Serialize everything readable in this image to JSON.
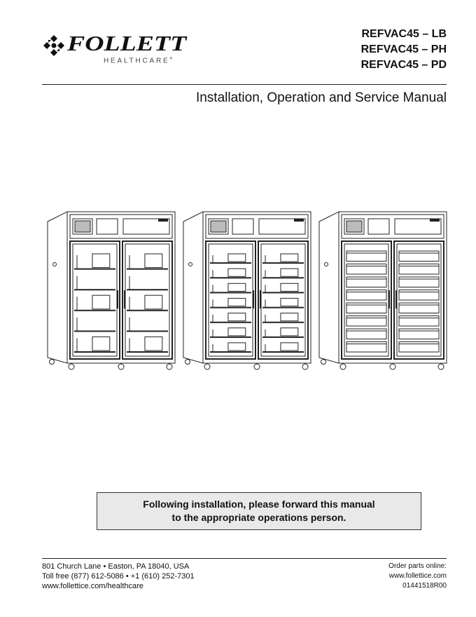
{
  "brand": {
    "name": "FOLLETT",
    "subname": "HEALTHCARE",
    "registered_mark": "®"
  },
  "models": [
    "REFVAC45 – LB",
    "REFVAC45 – PH",
    "REFVAC45 – PD"
  ],
  "manual_title": "Installation, Operation and Service Manual",
  "illustration": {
    "units": [
      {
        "variant": "LB",
        "shelf_style": "wire-shelves"
      },
      {
        "variant": "PH",
        "shelf_style": "pull-out-baskets"
      },
      {
        "variant": "PD",
        "shelf_style": "drawers"
      }
    ],
    "colors": {
      "line": "#222222",
      "fill": "#ffffff"
    }
  },
  "notice": {
    "line1": "Following installation, please forward this manual",
    "line2": "to the appropriate operations person."
  },
  "footer": {
    "address": "801 Church Lane • Easton, PA 18040, USA",
    "phone": "Toll free (877) 612-5086 • +1 (610) 252-7301",
    "website": "www.follettice.com/healthcare",
    "order_label": "Order parts online:",
    "order_url": "www.follettice.com",
    "doc_number": "01441518R00"
  }
}
